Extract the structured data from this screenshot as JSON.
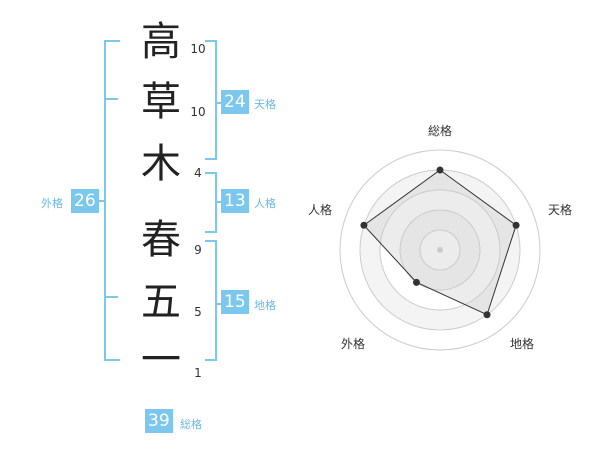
{
  "name_chars": [
    "高",
    "草",
    "木",
    "春",
    "五",
    "一"
  ],
  "strokes": [
    "10",
    "10",
    "4",
    "9",
    "5",
    "1"
  ],
  "fortunes": {
    "tenkaku": {
      "value": "24",
      "label": "天格"
    },
    "jinkaku": {
      "value": "13",
      "label": "人格"
    },
    "chikaku": {
      "value": "15",
      "label": "地格"
    },
    "gaikaku": {
      "value": "26",
      "label": "外格"
    },
    "soukaku": {
      "value": "39",
      "label": "総格"
    }
  },
  "radar": {
    "axes": [
      "総格",
      "天格",
      "地格",
      "外格",
      "人格"
    ],
    "levels": 5,
    "values": [
      4,
      4,
      4,
      2,
      4
    ],
    "colors": {
      "fill": "#eeeeee",
      "stroke": "#333333",
      "ring": "#cccccc"
    }
  }
}
